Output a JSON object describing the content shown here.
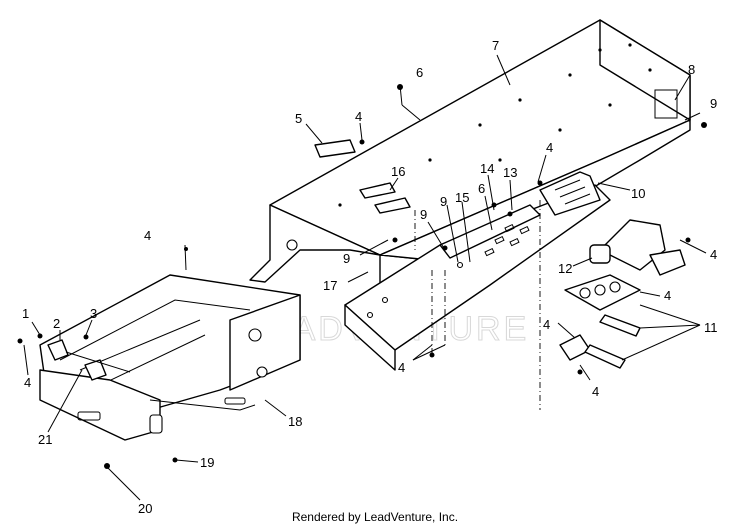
{
  "callouts": [
    {
      "id": "c1",
      "text": "1"
    },
    {
      "id": "c2",
      "text": "2"
    },
    {
      "id": "c3",
      "text": "3"
    },
    {
      "id": "c4a",
      "text": "4"
    },
    {
      "id": "c4b",
      "text": "4"
    },
    {
      "id": "c4c",
      "text": "4"
    },
    {
      "id": "c4d",
      "text": "4"
    },
    {
      "id": "c4e",
      "text": "4"
    },
    {
      "id": "c4f",
      "text": "4"
    },
    {
      "id": "c4g",
      "text": "4"
    },
    {
      "id": "c4h",
      "text": "4"
    },
    {
      "id": "c4i",
      "text": "4"
    },
    {
      "id": "c5",
      "text": "5"
    },
    {
      "id": "c6a",
      "text": "6"
    },
    {
      "id": "c6b",
      "text": "6"
    },
    {
      "id": "c7",
      "text": "7"
    },
    {
      "id": "c8",
      "text": "8"
    },
    {
      "id": "c9a",
      "text": "9"
    },
    {
      "id": "c9b",
      "text": "9"
    },
    {
      "id": "c9c",
      "text": "9"
    },
    {
      "id": "c9d",
      "text": "9"
    },
    {
      "id": "c10",
      "text": "10"
    },
    {
      "id": "c11",
      "text": "11"
    },
    {
      "id": "c12",
      "text": "12"
    },
    {
      "id": "c13",
      "text": "13"
    },
    {
      "id": "c14",
      "text": "14"
    },
    {
      "id": "c15",
      "text": "15"
    },
    {
      "id": "c16",
      "text": "16"
    },
    {
      "id": "c17",
      "text": "17"
    },
    {
      "id": "c18",
      "text": "18"
    },
    {
      "id": "c19",
      "text": "19"
    },
    {
      "id": "c20",
      "text": "20"
    },
    {
      "id": "c21",
      "text": "21"
    }
  ],
  "watermark": "LEADVENTURE",
  "footer": "Rendered by LeadVenture, Inc."
}
